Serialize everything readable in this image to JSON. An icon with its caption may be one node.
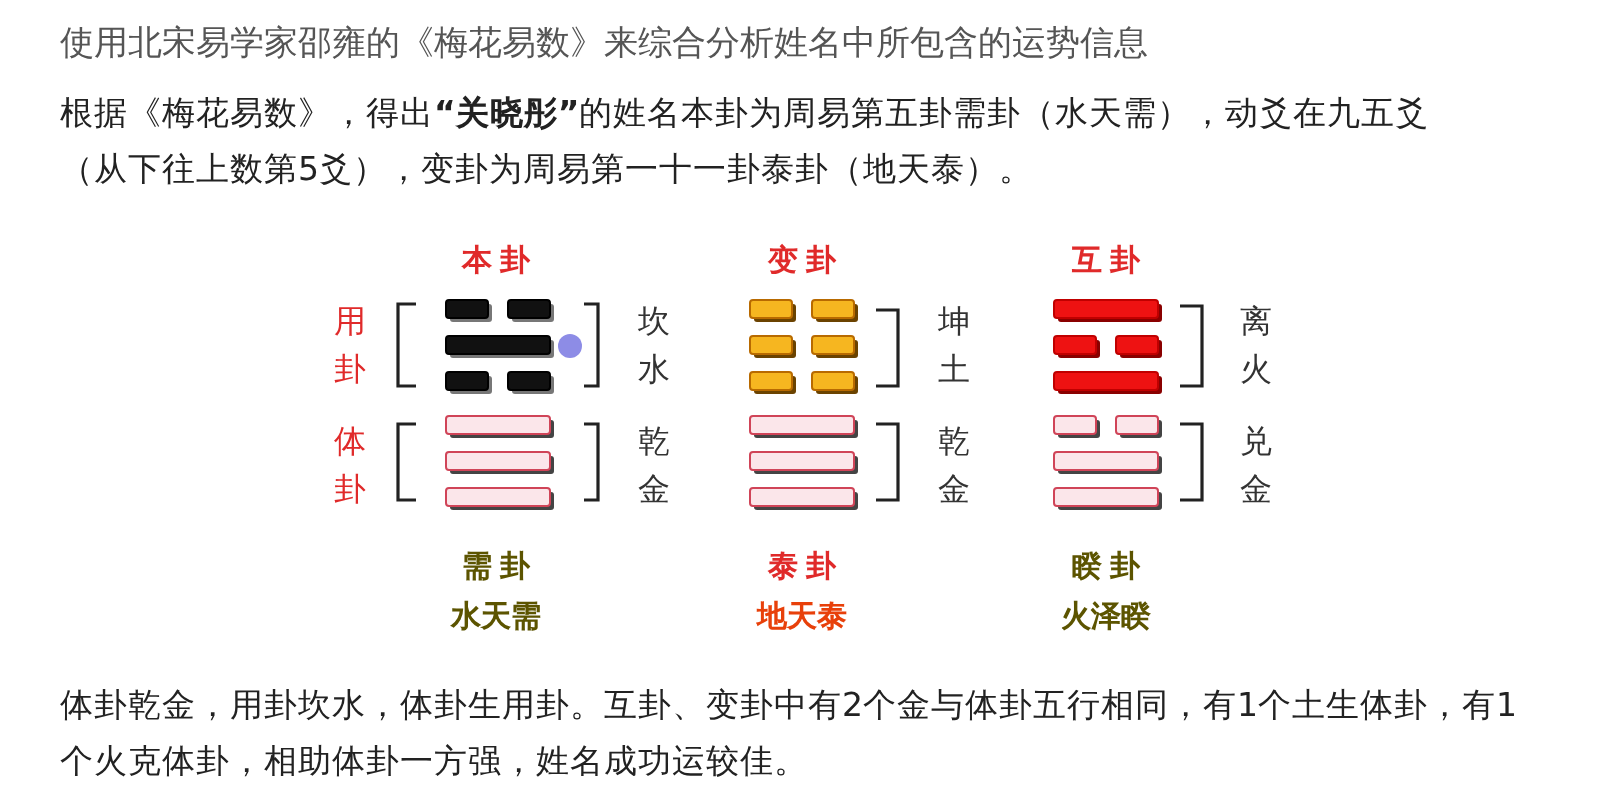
{
  "diagram": {
    "title": "使用北宋易学家邵雍的《梅花易数》来综合分析姓名中所包含的运势信息",
    "labels": [
      "根据《梅花易数》，得出**“关晓彤”**的姓名本卦为周易第五卦需卦（水天需），动爻在九五爻（从下往上数第5爻），变卦为周易第一十一卦泰卦（地天泰）。",
      "本卦",
      "变卦",
      "互卦",
      "用卦",
      "坎水",
      "坤土",
      "离火",
      "体卦",
      "乾金",
      "乾金",
      "兑金",
      "需卦",
      "泰卦",
      "睽卦",
      "水天需",
      "地天泰",
      "火泽睽",
      "体卦乾金，用卦坎水，体卦生用卦。互卦、变卦中有2个金与体卦五行相同，有1个土生体卦，有1个火克体卦，相助体卦一方强，姓名成功运较佳。"
    ]
  }
}
